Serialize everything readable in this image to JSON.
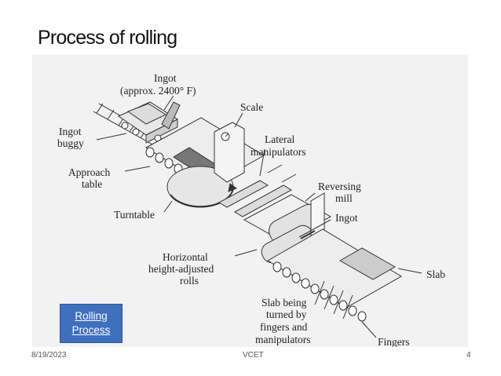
{
  "slide": {
    "title": "Process of rolling",
    "link": {
      "line1": "Rolling",
      "line2": "Process"
    },
    "footer": {
      "date": "8/19/2023",
      "center": "VCET",
      "page": "4"
    }
  },
  "diagram": {
    "labels": {
      "ingot_top_1": "Ingot",
      "ingot_top_2": "(approx. 2400° F)",
      "scale": "Scale",
      "ingot_buggy_1": "Ingot",
      "ingot_buggy_2": "buggy",
      "lateral_1": "Lateral",
      "lateral_2": "manipulators",
      "approach_1": "Approach",
      "approach_2": "table",
      "reversing_1": "Reversing",
      "reversing_2": "mill",
      "turntable": "Turntable",
      "ingot_mid": "Ingot",
      "horizontal_1": "Horizontal",
      "horizontal_2": "height-adjusted",
      "horizontal_3": "rolls",
      "slab": "Slab",
      "slab_turned_1": "Slab being",
      "slab_turned_2": "turned by",
      "slab_turned_3": "fingers and",
      "slab_turned_4": "manipulators",
      "fingers": "Fingers"
    }
  },
  "colors": {
    "link_bg": "#3f6fbf",
    "figure_bg": "#f2f2f2"
  }
}
